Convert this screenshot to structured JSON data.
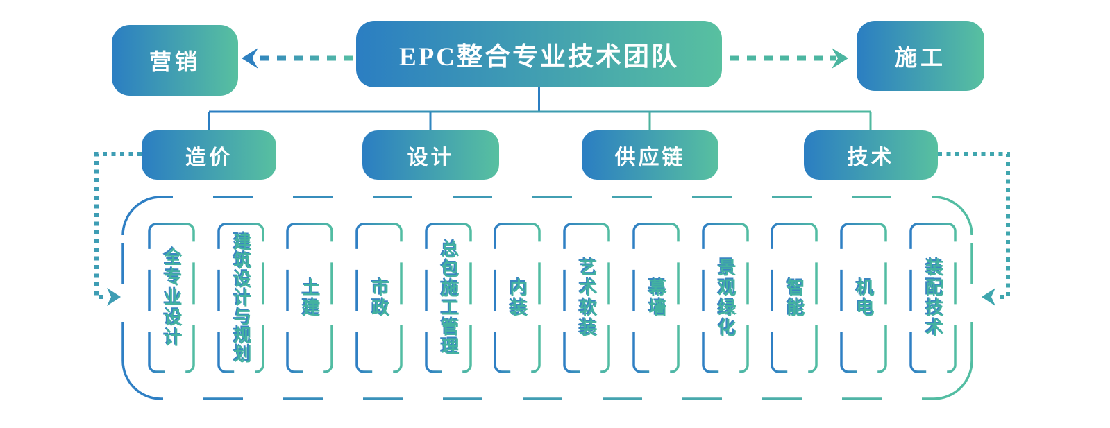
{
  "palette": {
    "blue": "#2b7ec2",
    "green": "#55bda1",
    "teal_dotted": "#3e9db4",
    "text_on_box": "#ffffff",
    "specialty_text": "#43b1a0",
    "specialty_text_shadow": "#3a86c0"
  },
  "root_node": {
    "label": "EPC整合专业技术团队"
  },
  "side_nodes": {
    "left": {
      "label": "营销"
    },
    "right": {
      "label": "施工"
    }
  },
  "departments": [
    "造价",
    "设计",
    "供应链",
    "技术"
  ],
  "specialties": [
    "全专业设计",
    "建筑设计与规划",
    "土建",
    "市政",
    "总包施工管理",
    "内装",
    "艺术软装",
    "幕墙",
    "景观绿化",
    "智能",
    "机电",
    "装配技术"
  ]
}
